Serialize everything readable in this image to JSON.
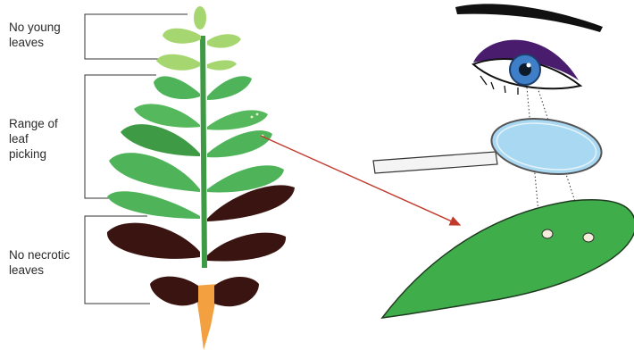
{
  "labels": {
    "no_young_leaves": [
      "No young",
      "leaves"
    ],
    "range_of_leaf_picking": [
      "Range of",
      "leaf",
      "picking"
    ],
    "no_necrotic_leaves": [
      "No necrotic",
      "leaves"
    ]
  },
  "colors": {
    "young_leaf": "#a6d66f",
    "mid_leaf": "#4fb35a",
    "mature_leaf": "#3f9a45",
    "necrotic_leaf": "#3a1410",
    "stem": "#f2a040",
    "arrow": "#c0392b",
    "eyeshadow": "#4a1c6e",
    "iris": "#3e7fc7",
    "lens": "#a9d8f2"
  },
  "icons": [
    "plant-diagram",
    "eye-icon",
    "magnifying-glass-icon",
    "leaf-closeup"
  ]
}
